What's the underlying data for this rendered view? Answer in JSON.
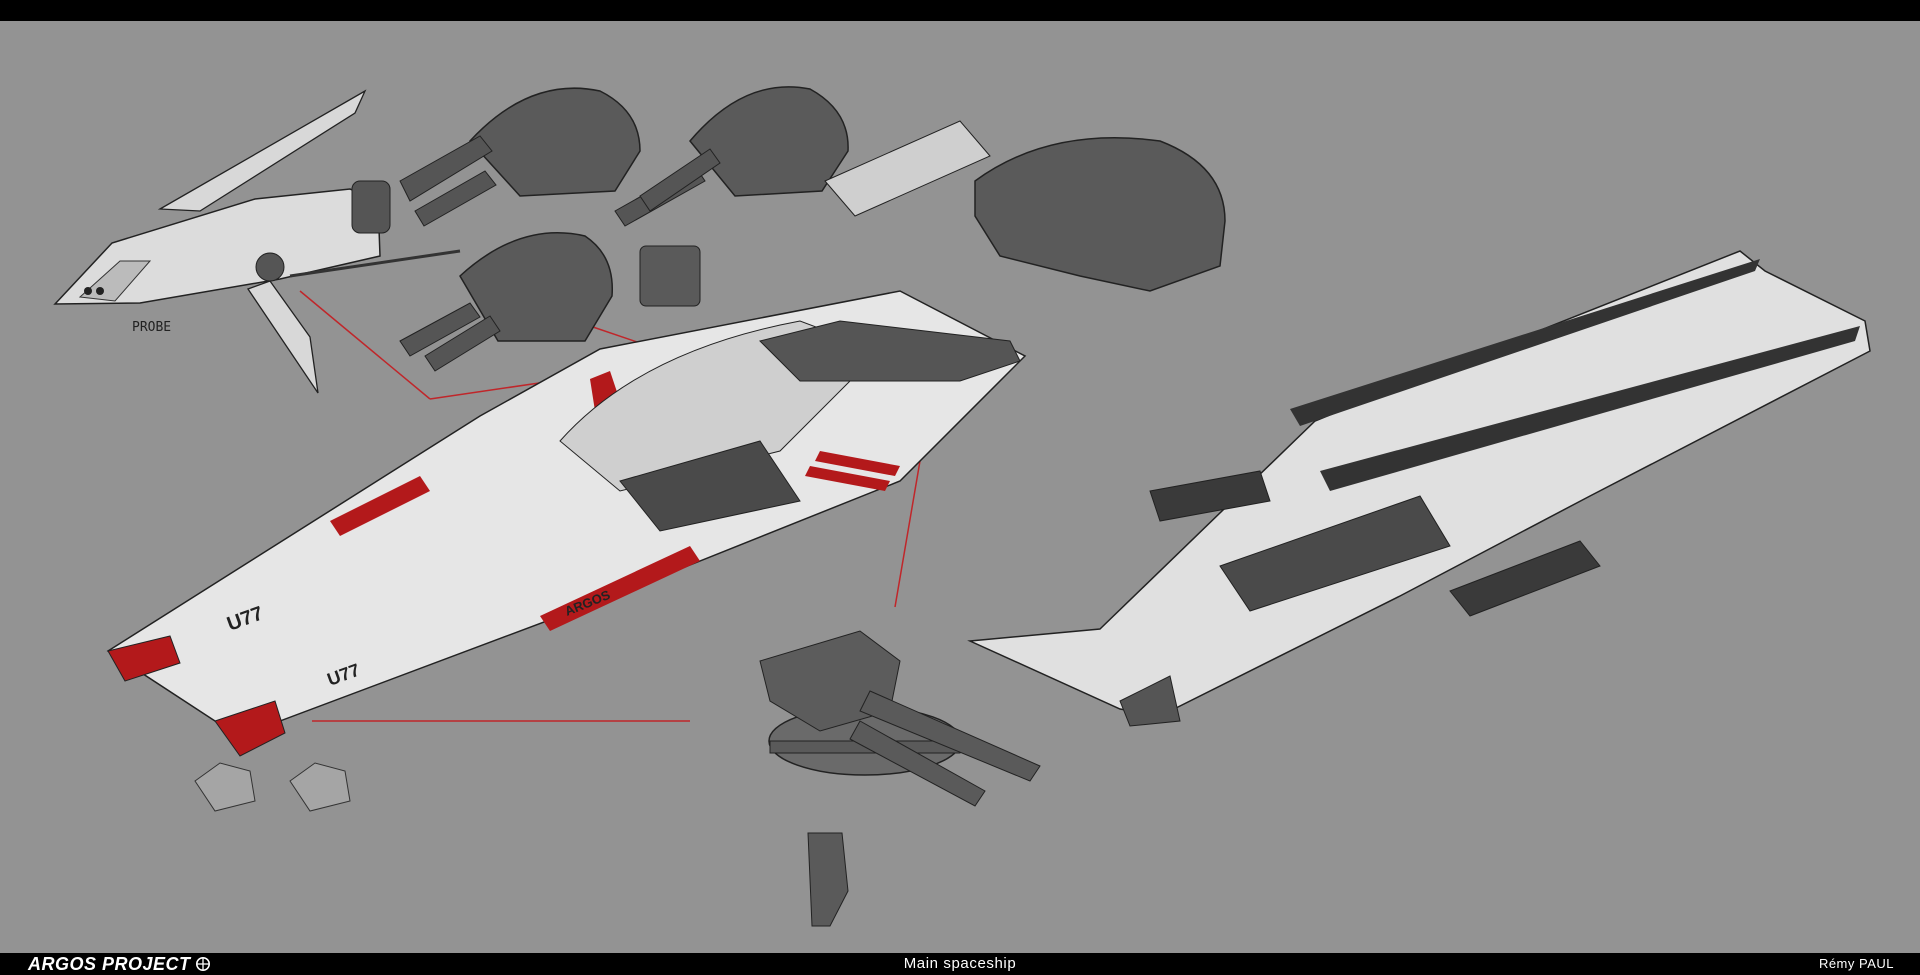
{
  "footer": {
    "project_title": "ARGOS PROJECT",
    "sheet_title": "Main spaceship",
    "artist": "Rémy PAUL",
    "logo_icon": "gear-emblem-icon"
  },
  "annotations": {
    "probe_label": "PROBE",
    "hull_number_top": "U77",
    "hull_number_bottom": "U77",
    "hull_name": "ARGOS"
  },
  "colors": {
    "background": "#939393",
    "frame": "#000000",
    "hull_light": "#e6e6e6",
    "hull_dark": "#4a4a4a",
    "accent_red": "#b3191b",
    "callout_line": "#c0262a"
  }
}
